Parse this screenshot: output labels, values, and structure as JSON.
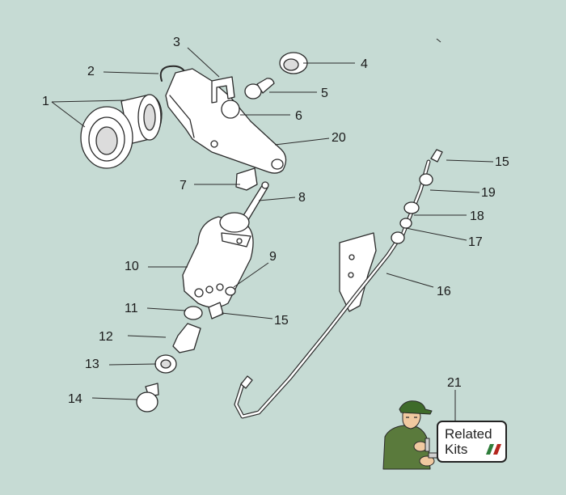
{
  "diagram": {
    "callouts": [
      {
        "id": "1",
        "label": "1"
      },
      {
        "id": "2",
        "label": "2"
      },
      {
        "id": "3",
        "label": "3"
      },
      {
        "id": "4",
        "label": "4"
      },
      {
        "id": "5",
        "label": "5"
      },
      {
        "id": "6",
        "label": "6"
      },
      {
        "id": "7",
        "label": "7"
      },
      {
        "id": "8",
        "label": "8"
      },
      {
        "id": "9",
        "label": "9"
      },
      {
        "id": "10",
        "label": "10"
      },
      {
        "id": "11",
        "label": "11"
      },
      {
        "id": "12",
        "label": "12"
      },
      {
        "id": "13",
        "label": "13"
      },
      {
        "id": "14",
        "label": "14"
      },
      {
        "id": "15a",
        "label": "15"
      },
      {
        "id": "15b",
        "label": "15"
      },
      {
        "id": "16",
        "label": "16"
      },
      {
        "id": "17",
        "label": "17"
      },
      {
        "id": "18",
        "label": "18"
      },
      {
        "id": "19",
        "label": "19"
      },
      {
        "id": "20",
        "label": "20"
      },
      {
        "id": "21",
        "label": "21"
      }
    ]
  },
  "related_kits": {
    "line1": "Related",
    "line2": "Kits",
    "stripe_colors": [
      "#2e7d3a",
      "#b5261e"
    ]
  },
  "colors": {
    "background": "#c6dbd4",
    "line": "#2a2a2a",
    "part_fill": "#ffffff"
  }
}
